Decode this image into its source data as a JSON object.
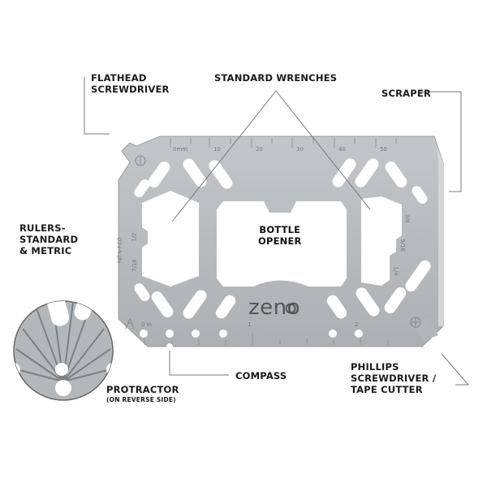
{
  "labels": {
    "flathead": [
      "FLATHEAD",
      "SCREWDRIVER"
    ],
    "wrenches": "STANDARD WRENCHES",
    "scraper": "SCRAPER",
    "rulers": [
      "RULERS-",
      "STANDARD",
      "& METRIC"
    ],
    "bottle": [
      "BOTTLE",
      "OPENER"
    ],
    "compass": "COMPASS",
    "phillips": [
      "PHILLIPS",
      "SCREWDRIVER /",
      "TAPE CUTTER"
    ],
    "protractor": "PROTRACTOR",
    "protractor_note": "(ON REVERSE SIDE)"
  },
  "card": {
    "brand": "zeno",
    "metric_ticks": [
      "0mm",
      "10",
      "20",
      "30",
      "40",
      "50"
    ],
    "inch_ticks": [
      "0 in",
      "1",
      "2"
    ],
    "wrench_sizes_left": [
      "1/2",
      "7/16"
    ],
    "wrench_sizes_right": [
      "3/8",
      "5/16",
      "1/4"
    ],
    "patent": "PAT.N-P.CO"
  },
  "colors": {
    "steel": "#b9bcbf",
    "text": "#1a1a1a",
    "leader": "#777777"
  }
}
